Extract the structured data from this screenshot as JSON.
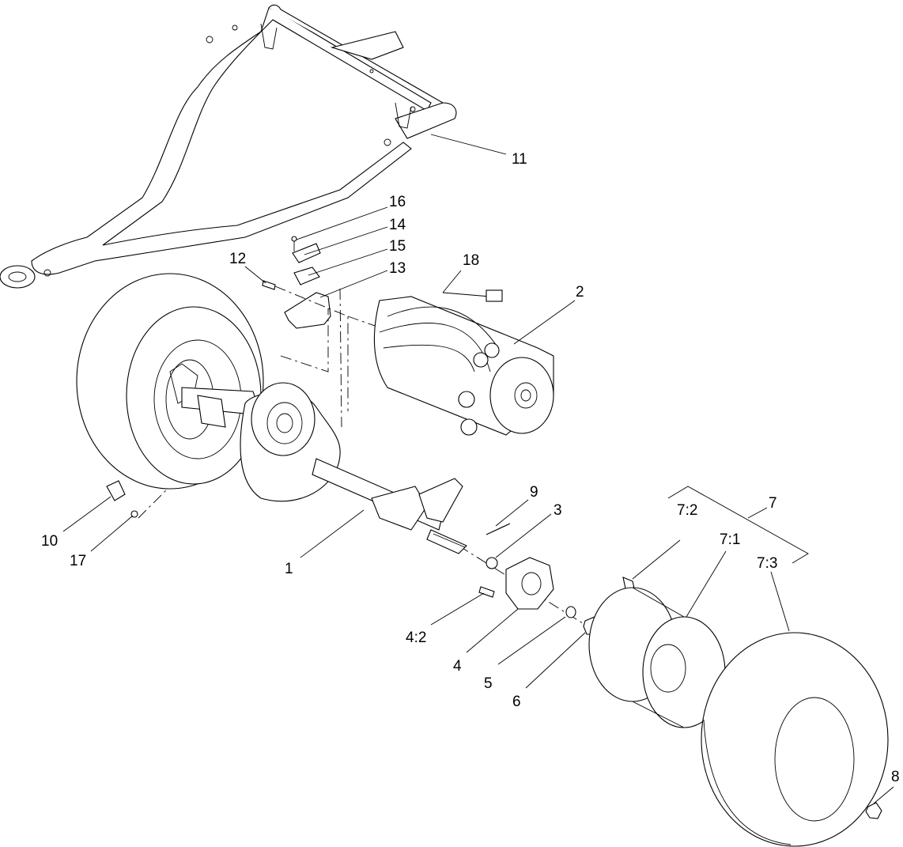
{
  "callouts": {
    "c1": "1",
    "c2": "2",
    "c3": "3",
    "c4": "4",
    "c4_2": "4:2",
    "c5": "5",
    "c6": "6",
    "c7": "7",
    "c7_1": "7:1",
    "c7_2": "7:2",
    "c7_3": "7:3",
    "c8": "8",
    "c9": "9",
    "c10": "10",
    "c11": "11",
    "c12": "12",
    "c13": "13",
    "c14": "14",
    "c15": "15",
    "c16": "16",
    "c17": "17",
    "c18": "18"
  }
}
